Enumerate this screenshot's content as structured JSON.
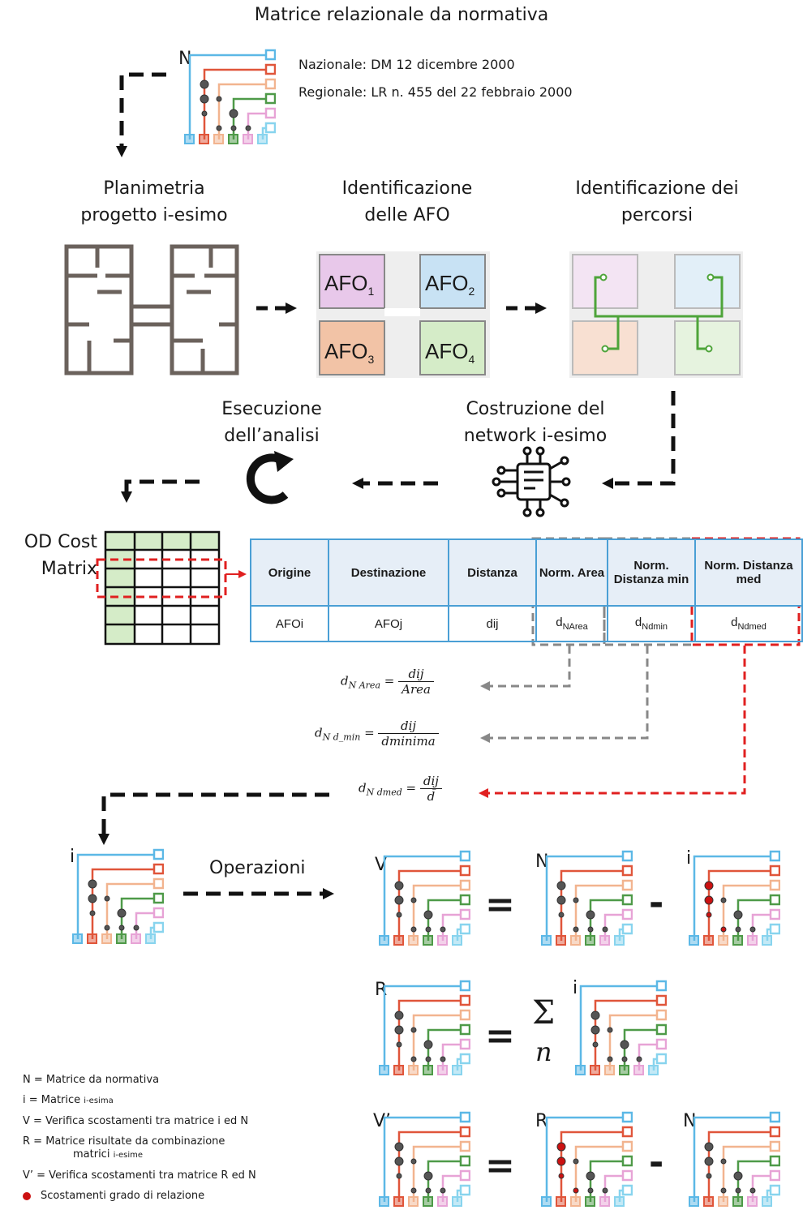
{
  "title": "Matrice relazionale da normativa",
  "normative": {
    "matrix_label": "N",
    "national": "Nazionale: DM 12 dicembre 2000",
    "regional": "Regionale: LR n. 455 del 22 febbraio 2000"
  },
  "steps": {
    "planimetria": [
      "Planimetria",
      "progetto i-esimo"
    ],
    "afo": [
      "Identificazione",
      "delle AFO"
    ],
    "percorsi": [
      "Identificazione dei",
      "percorsi"
    ],
    "network": [
      "Costruzione del",
      "network i-esimo"
    ],
    "analisi": [
      "Esecuzione",
      "dell’analisi"
    ]
  },
  "afo_labels": [
    {
      "base": "AFO",
      "sub": "1",
      "color": "#e8c8ea"
    },
    {
      "base": "AFO",
      "sub": "2",
      "color": "#c8e2f4"
    },
    {
      "base": "AFO",
      "sub": "3",
      "color": "#f2c3a6"
    },
    {
      "base": "AFO",
      "sub": "4",
      "color": "#d5ecc8"
    }
  ],
  "od_matrix_label": [
    "OD Cost",
    "Matrix"
  ],
  "od_table": {
    "headers": [
      "Origine",
      "Destinazione",
      "Distanza",
      "Norm. Area",
      "Norm. Distanza min",
      "Norm. Distanza med"
    ],
    "row": [
      {
        "base": "AFOi",
        "sub": ""
      },
      {
        "base": "AFOj",
        "sub": ""
      },
      {
        "base": "dij",
        "sub": ""
      },
      {
        "base": "d",
        "sub": "NArea"
      },
      {
        "base": "d",
        "sub": "Ndmin"
      },
      {
        "base": "d",
        "sub": "Ndmed"
      }
    ]
  },
  "formulas": [
    {
      "lhs": "d",
      "lhs_sub": "N Area",
      "num": "dij",
      "den": "Area"
    },
    {
      "lhs": "d",
      "lhs_sub": "N d_min",
      "num": "dij",
      "den": "dminima"
    },
    {
      "lhs": "d",
      "lhs_sub": "N dmed",
      "num": "dij",
      "den": "d̄"
    }
  ],
  "operations": {
    "i_label": "i",
    "arrow_label": "Operazioni",
    "row1": [
      "V",
      "=",
      "N",
      "-",
      "i"
    ],
    "row2": [
      "R",
      "=",
      "Σ",
      "n",
      "i"
    ],
    "row3": [
      "V’",
      "=",
      "R",
      "-",
      "N"
    ]
  },
  "legend": [
    {
      "text": "N = Matrice da normativa",
      "small": ""
    },
    {
      "text": "i = Matrice ",
      "small": "i-esima"
    },
    {
      "text": "V = Verifica scostamenti tra matrice i ed N",
      "small": ""
    },
    {
      "text": "R = Matrice risultate da combinazione",
      "small": ""
    },
    {
      "text": "matrici ",
      "small": "i-esime"
    },
    {
      "text": "V’ = Verifica scostamenti tra matrice R ed N",
      "small": ""
    },
    {
      "text": "Scostamenti grado di relazione",
      "small": ""
    }
  ],
  "colors": {
    "blue": "#5cb8e6",
    "red": "#e0553a",
    "peach": "#f2b48f",
    "green": "#4e9a48",
    "pink": "#e7a3d6",
    "lightblue": "#88d4ee",
    "table_border": "#4a9fd5",
    "dash_gray": "#888888",
    "dash_red": "#e02020",
    "node_red": "#cc1111"
  }
}
